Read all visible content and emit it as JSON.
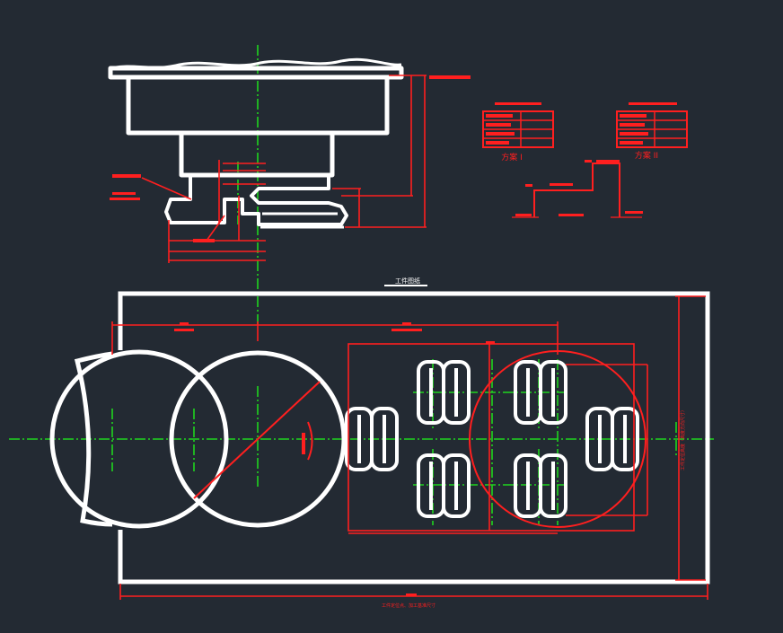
{
  "colors": {
    "background": "#232a33",
    "outline": "#ffffff",
    "dimension": "#ff1f1f",
    "centerline": "#1fd41f"
  },
  "labels": {
    "plan_title": "工件图纸",
    "scheme_1": "方案 I",
    "scheme_2": "方案 II",
    "bottom_note": "工件定位点、加工基准尺寸",
    "right_note": "工件定位高度（高度方向尺寸）"
  }
}
